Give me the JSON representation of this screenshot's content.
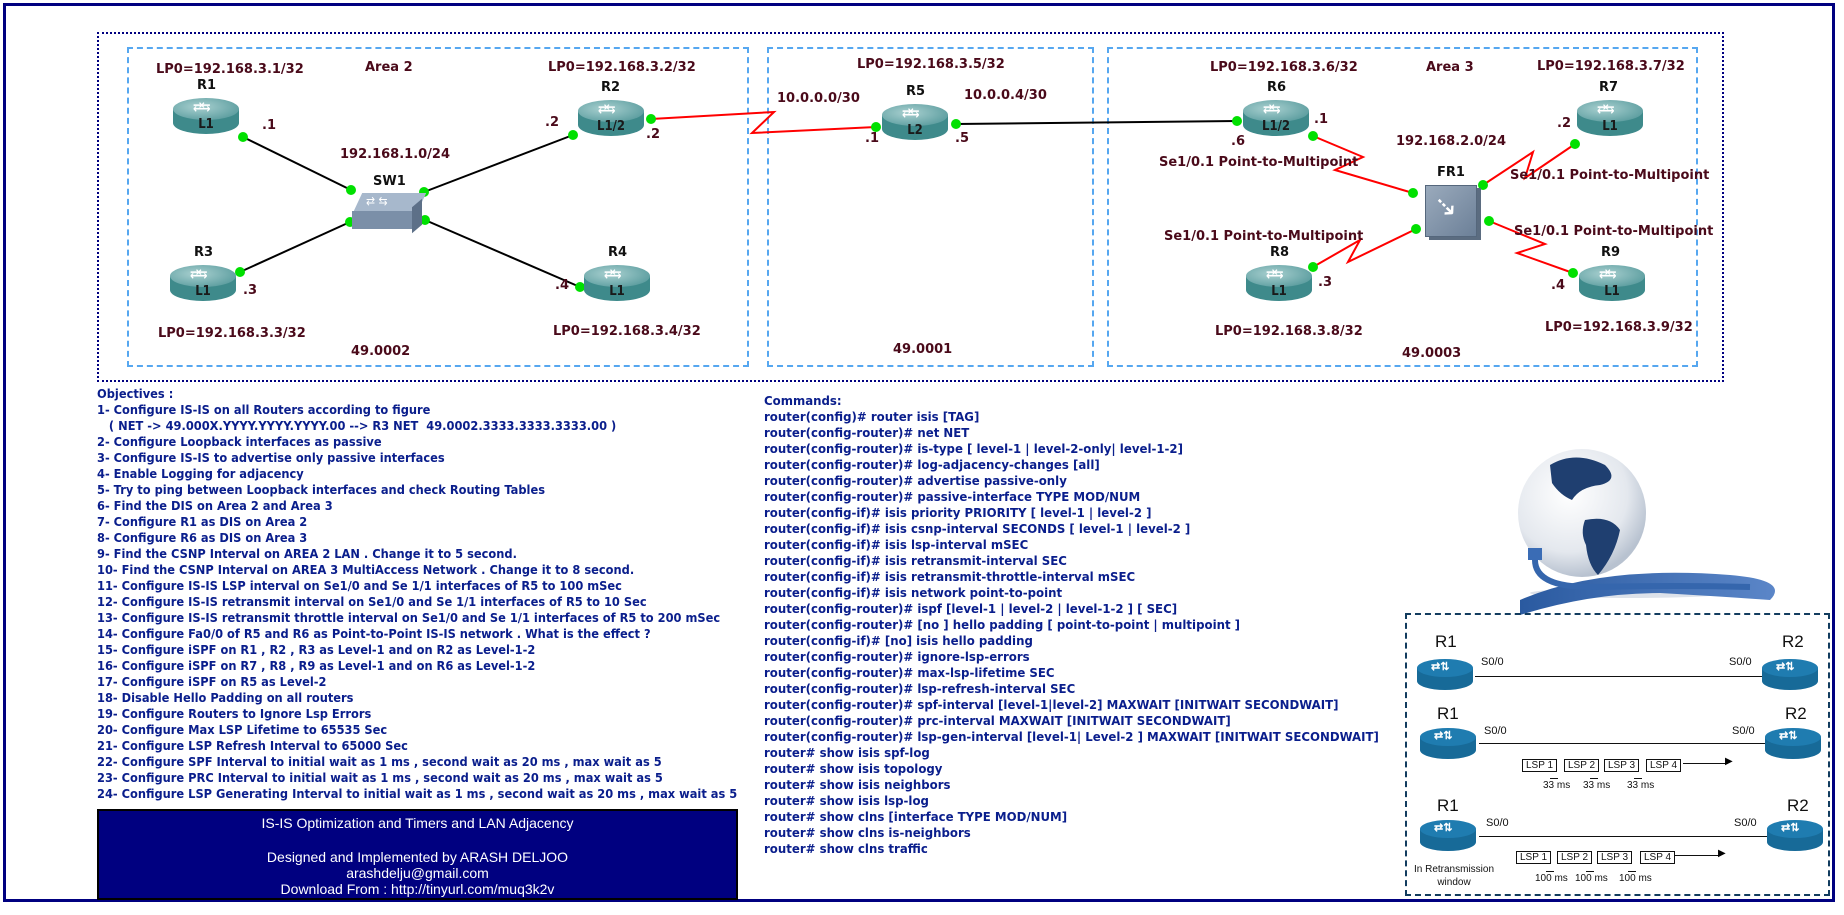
{
  "topology": {
    "areas": [
      {
        "name": "Area 2",
        "id": "49.0002"
      },
      {
        "name": "",
        "id": "49.0001"
      },
      {
        "name": "Area 3",
        "id": "49.0003"
      }
    ],
    "routers": {
      "R1": {
        "name": "R1",
        "level": "L1",
        "loopback": "LP0=192.168.3.1/32",
        "ip": ".1"
      },
      "R2": {
        "name": "R2",
        "level": "L1/2",
        "loopback": "LP0=192.168.3.2/32",
        "ip_lan": ".2",
        "ip_serial": ".2"
      },
      "R3": {
        "name": "R3",
        "level": "L1",
        "loopback": "LP0=192.168.3.3/32",
        "ip": ".3"
      },
      "R4": {
        "name": "R4",
        "level": "L1",
        "loopback": "LP0=192.168.3.4/32",
        "ip": ".4"
      },
      "R5": {
        "name": "R5",
        "level": "L2",
        "loopback": "LP0=192.168.3.5/32",
        "ip_left": ".1",
        "ip_right": ".5"
      },
      "R6": {
        "name": "R6",
        "level": "L1/2",
        "loopback": "LP0=192.168.3.6/32",
        "ip_left": ".6",
        "ip_serial": ".1",
        "subif": "Se1/0.1 Point-to-Multipoint"
      },
      "R7": {
        "name": "R7",
        "level": "L1",
        "loopback": "LP0=192.168.3.7/32",
        "ip": ".2",
        "subif": "Se1/0.1 Point-to-Multipoint"
      },
      "R8": {
        "name": "R8",
        "level": "L1",
        "loopback": "LP0=192.168.3.8/32",
        "ip": ".3",
        "subif": "Se1/0.1 Point-to-Multipoint"
      },
      "R9": {
        "name": "R9",
        "level": "L1",
        "loopback": "LP0=192.168.3.9/32",
        "ip": ".4",
        "subif": "Se1/0.1 Point-to-Multipoint"
      }
    },
    "switch": {
      "name": "SW1"
    },
    "frame_relay": {
      "name": "FR1"
    },
    "networks": {
      "lan_area2": "192.168.1.0/24",
      "r2_r5": "10.0.0.0/30",
      "r5_r6": "10.0.0.4/30",
      "fr_area3": "192.168.2.0/24"
    },
    "colors": {
      "serial_link": "#ff0000",
      "ethernet_link": "#000000",
      "port_up": "#00e000",
      "area_border": "#56a7f0",
      "frame_border": "#000080"
    }
  },
  "objectives": {
    "title": "Objectives :",
    "items": [
      "1- Configure IS-IS on all Routers according to figure",
      "   ( NET -> 49.000X.YYYY.YYYY.YYYY.00 --> R3 NET  49.0002.3333.3333.3333.00 )",
      "2- Configure Loopback interfaces as passive",
      "3- Configure IS-IS to advertise only passive interfaces",
      "4- Enable Logging for adjacency",
      "5- Try to ping between Loopback interfaces and check Routing Tables",
      "6- Find the DIS on Area 2 and Area 3",
      "7- Configure R1 as DIS on Area 2",
      "8- Configure R6 as DIS on Area 3",
      "9- Find the CSNP Interval on AREA 2 LAN . Change it to 5 second.",
      "10- Find the CSNP Interval on AREA 3 MultiAccess Network . Change it to 8 second.",
      "11- Configure IS-IS LSP interval on Se1/0 and Se 1/1 interfaces of R5 to 100 mSec",
      "12- Configure IS-IS retransmit interval on Se1/0 and Se 1/1 interfaces of R5 to 10 Sec",
      "13- Configure IS-IS retransmit throttle interval on Se1/0 and Se 1/1 interfaces of R5 to 200 mSec",
      "14- Configure Fa0/0 of R5 and R6 as Point-to-Point IS-IS network . What is the effect ?",
      "15- Configure iSPF on R1 , R2 , R3 as Level-1 and on R2 as Level-1-2",
      "16- Configure iSPF on R7 , R8 , R9 as Level-1 and on R6 as Level-1-2",
      "17- Configure iSPF on R5 as Level-2",
      "18- Disable Hello Padding on all routers",
      "19- Configure Routers to Ignore Lsp Errors",
      "20- Configure Max LSP Lifetime to 65535 Sec",
      "21- Configure LSP Refresh Interval to 65000 Sec",
      "22- Configure SPF Interval to initial wait as 1 ms , second wait as 20 ms , max wait as 5",
      "23- Configure PRC Interval to initial wait as 1 ms , second wait as 20 ms , max wait as 5",
      "24- Configure LSP Generating Interval to initial wait as 1 ms , second wait as 20 ms , max wait as 5"
    ]
  },
  "commands": {
    "title": "Commands:",
    "items": [
      "router(config)# router isis [TAG]",
      "router(config-router)# net NET",
      "router(config-router)# is-type [ level-1 | level-2-only| level-1-2]",
      "router(config-router)# log-adjacency-changes [all]",
      "router(config-router)# advertise passive-only",
      "router(config-router)# passive-interface TYPE MOD/NUM",
      "router(config-if)# isis priority PRIORITY [ level-1 | level-2 ]",
      "router(config-if)# isis csnp-interval SECONDS [ level-1 | level-2 ]",
      "router(config-if)# isis lsp-interval mSEC",
      "router(config-if)# isis retransmit-interval SEC",
      "router(config-if)# isis retransmit-throttle-interval mSEC",
      "router(config-if)# isis network point-to-point",
      "router(config-router)# ispf [level-1 | level-2 | level-1-2 ] [ SEC]",
      "router(config-router)# [no ] hello padding [ point-to-point | multipoint ]",
      "router(config-if)# [no] isis hello padding",
      "router(config-router)# ignore-lsp-errors",
      "router(config-router)# max-lsp-lifetime SEC",
      "router(config-router)# lsp-refresh-interval SEC",
      "router(config-router)# spf-interval [level-1|level-2] MAXWAIT [INITWAIT SECONDWAIT]",
      "router(config-router)# prc-interval  MAXWAIT [INITWAIT SECONDWAIT]",
      "router(config-router)# lsp-gen-interval [level-1| Level-2 ] MAXWAIT [INITWAIT SECONDWAIT]",
      "router# show isis spf-log",
      "router# show isis topology",
      "router# show isis neighbors",
      "router# show isis lsp-log",
      "router# show clns [interface TYPE MOD/NUM]",
      "router# show clns is-neighbors",
      "router# show clns traffic"
    ]
  },
  "title_box": {
    "title": "IS-IS Optimization and Timers and LAN Adjacency",
    "author": "Designed and Implemented by ARASH DELJOO",
    "email": "arashdelju@gmail.com",
    "download": "Download From : http://tinyurl.com/muq3k2v"
  },
  "illustration": {
    "globe": "globe-with-network-cable",
    "rows": [
      {
        "left": "R1",
        "right": "R2",
        "left_if": "S0/0",
        "right_if": "S0/0"
      },
      {
        "left": "R1",
        "right": "R2",
        "left_if": "S0/0",
        "right_if": "S0/0",
        "lsps": [
          "LSP 1",
          "LSP 2",
          "LSP 3",
          "LSP 4"
        ],
        "gaps": [
          "33 ms",
          "33 ms",
          "33 ms"
        ]
      },
      {
        "left": "R1",
        "right": "R2",
        "left_if": "S0/0",
        "right_if": "S0/0",
        "lsps": [
          "LSP 1",
          "LSP 2",
          "LSP 3",
          "LSP 4"
        ],
        "gaps": [
          "100 ms",
          "100 ms",
          "100 ms"
        ],
        "note": "In Retransmission window"
      }
    ]
  }
}
